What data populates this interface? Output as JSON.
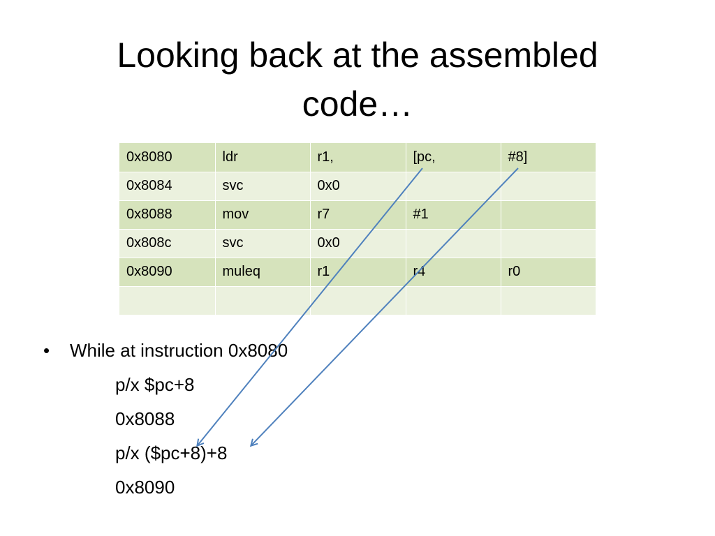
{
  "slide": {
    "title_line1": "Looking back at the assembled",
    "title_line2": "code…"
  },
  "table": {
    "rows": [
      [
        "0x8080",
        "ldr",
        "r1,",
        "[pc,",
        "#8]"
      ],
      [
        "0x8084",
        "svc",
        "0x0",
        "",
        ""
      ],
      [
        "0x8088",
        "mov",
        "r7",
        "#1",
        ""
      ],
      [
        "0x808c",
        "svc",
        "0x0",
        "",
        ""
      ],
      [
        "0x8090",
        "muleq",
        "r1",
        "r4",
        "r0"
      ],
      [
        "",
        "",
        "",
        "",
        ""
      ]
    ]
  },
  "bullets": {
    "marker": "•",
    "main": "While at instruction 0x8080",
    "lines": [
      "p/x $pc+8",
      "0x8088",
      "p/x ($pc+8)+8",
      "0x8090"
    ]
  },
  "colors": {
    "row_dark": "#d6e3bc",
    "row_light": "#ebf1de",
    "arrow": "#4f81bd"
  }
}
